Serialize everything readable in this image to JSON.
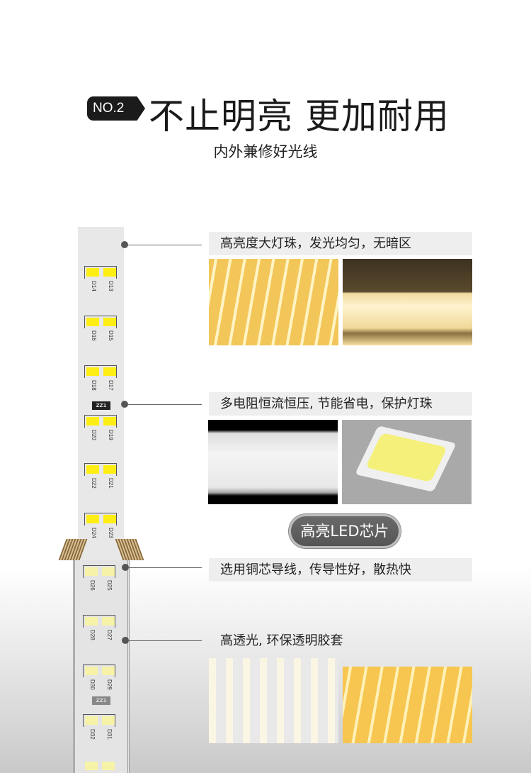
{
  "header": {
    "badge": "NO.2",
    "title": "不止明亮 更加耐用",
    "subtitle": "内外兼修好光线"
  },
  "strip": {
    "upper_pairs": [
      [
        "D14",
        "D13"
      ],
      [
        "D16",
        "D15"
      ],
      [
        "D18",
        "D17"
      ],
      [
        "D20",
        "D19"
      ],
      [
        "D22",
        "D21"
      ],
      [
        "D24",
        "D23"
      ]
    ],
    "lower_pairs": [
      [
        "D26",
        "D25"
      ],
      [
        "D28",
        "D27"
      ],
      [
        "D30",
        "D29"
      ],
      [
        "D32",
        "D31"
      ]
    ],
    "resistor_label": "ZZ1"
  },
  "features": [
    {
      "label": "高亮度大灯珠，发光均匀，无暗区"
    },
    {
      "label": "多电阻恒流恒压, 节能省电，保护灯珠"
    },
    {
      "label": "选用铜芯导线，传导性好，散热快"
    },
    {
      "label": "高透光, 环保透明胶套"
    }
  ],
  "chip_pill": "高亮LED芯片",
  "colors": {
    "led": "#ffee14",
    "warm_glow": "#f5c85a",
    "badge": "#1b1b1b"
  }
}
